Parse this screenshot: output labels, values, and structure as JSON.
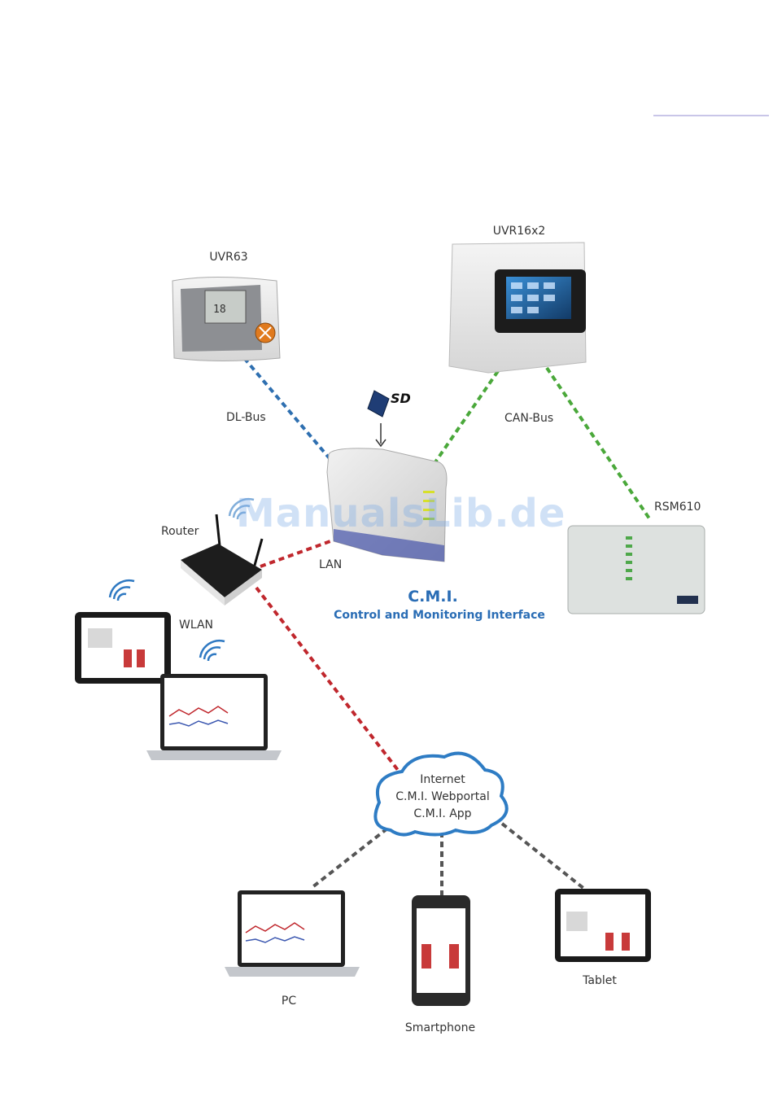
{
  "devices": {
    "uvr63": "UVR63",
    "uvr16x2": "UVR16x2",
    "rsm610": "RSM610",
    "router": "Router",
    "pc": "PC",
    "smartphone": "Smartphone",
    "tablet": "Tablet"
  },
  "connections": {
    "dl_bus": "DL-Bus",
    "can_bus": "CAN-Bus",
    "lan": "LAN",
    "wlan": "WLAN"
  },
  "cmi": {
    "title": "C.M.I.",
    "subtitle": "Control and Monitoring Interface"
  },
  "cloud": {
    "line1": "Internet",
    "line2": "C.M.I. Webportal",
    "line3": "C.M.I. App"
  },
  "watermark": "ManualsLib.de",
  "colors": {
    "dl_bus_line": "#2e6fb0",
    "can_bus_line": "#4aa83a",
    "lan_line": "#c0272d",
    "internet_line": "#555555",
    "cmi_text": "#2a6db5",
    "cloud_stroke": "#2e7cc4"
  }
}
